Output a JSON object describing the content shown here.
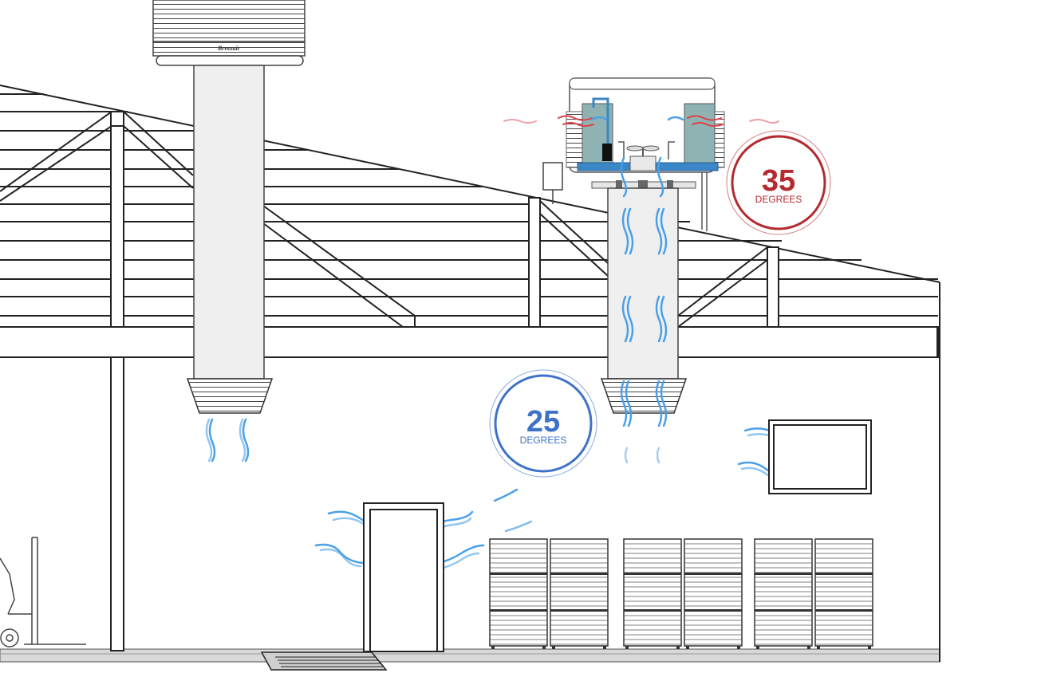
{
  "unit_brand": "Breezair",
  "outside_temp": {
    "value": "35",
    "unit": "DEGREES",
    "color": "#b52a2e"
  },
  "inside_temp": {
    "value": "25",
    "unit": "DEGREES",
    "color": "#3e72c9"
  },
  "colors": {
    "line": "#222222",
    "duct": "#efefef",
    "cool_air": "#4aa0e8",
    "hot_air": "#e0404a",
    "pad": "#8fb3b3",
    "water": "#3a86c6"
  }
}
